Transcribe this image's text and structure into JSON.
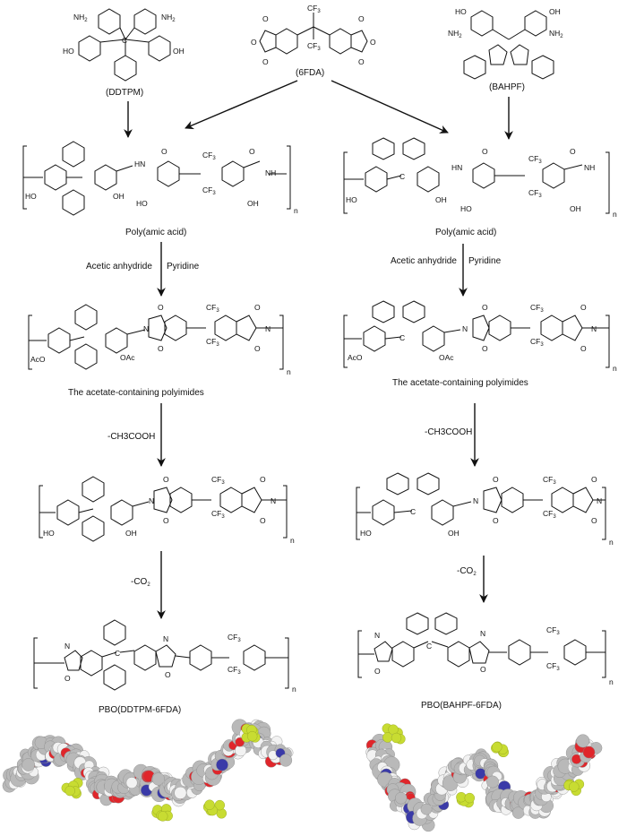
{
  "monomers": {
    "left": "(DDTPM)",
    "center": "(6FDA)",
    "right": "(BAHPF)"
  },
  "left_column": {
    "step1_product": "Poly(amic acid)",
    "step2_reagent_a": "Acetic anhydride",
    "step2_reagent_b": "Pyridine",
    "step2_product": "The  acetate-containing polyimides",
    "step3_reagent": "-CH3COOH",
    "step4_reagent_main": "-CO",
    "step4_reagent_sub": "2",
    "final_product": "PBO(DDTPM-6FDA)"
  },
  "right_column": {
    "step1_product": "Poly(amic acid)",
    "step2_reagent_a": "Acetic anhydride",
    "step2_reagent_b": "Pyridine",
    "step2_product": "The  acetate-containing polyimides",
    "step3_reagent": "-CH3COOH",
    "step4_reagent_main": "-CO",
    "step4_reagent_sub": "2",
    "final_product": "PBO(BAHPF-6FDA)"
  },
  "atom_labels": {
    "nh2": "NH",
    "oh": "OH",
    "ho": "HO",
    "cf3": "CF",
    "three": "3",
    "two": "2",
    "o": "O",
    "n": "N",
    "c": "C",
    "nh": "NH",
    "hn": "HN",
    "h": "H",
    "oac": "OAc",
    "aco": "AcO",
    "n_rep": "n"
  },
  "colors": {
    "carbon": "#b9b9b9",
    "hydrogen": "#f2f2f2",
    "oxygen": "#e0262b",
    "nitrogen": "#3a3aa8",
    "fluorine": "#c8dc32",
    "ink": "#111111"
  }
}
